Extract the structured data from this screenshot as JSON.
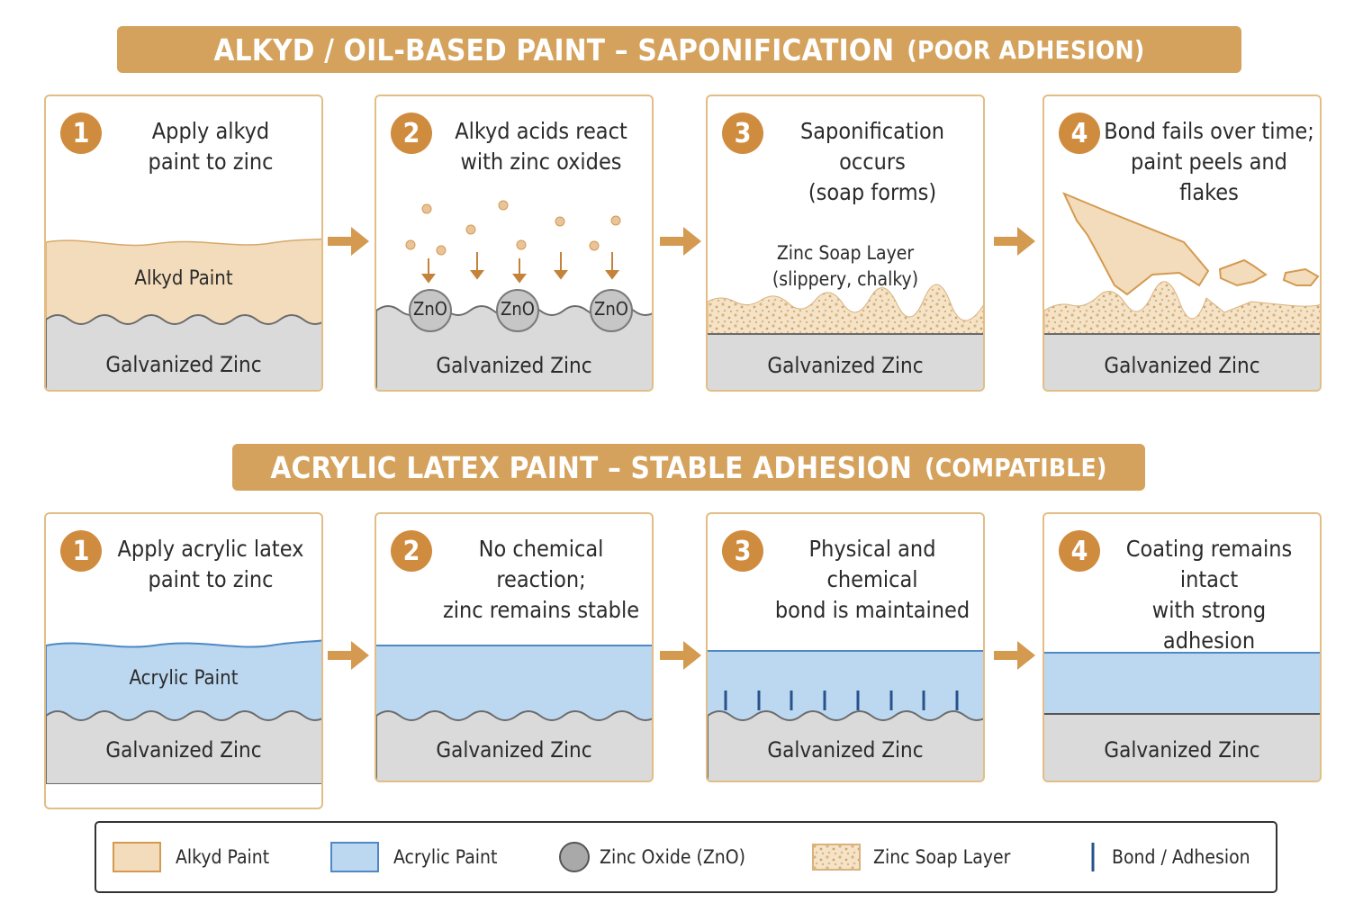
{
  "sections": {
    "alkyd": {
      "title": "ALKYD / OIL-BASED PAINT – SAPONIFICATION",
      "subtitle": "(POOR ADHESION)",
      "steps": [
        {
          "num": "1",
          "text": "Apply alkyd\npaint to zinc",
          "layer": "Alkyd Paint",
          "zinc": "Galvanized Zinc"
        },
        {
          "num": "2",
          "text": "Alkyd acids react\nwith zinc oxides",
          "zno": "ZnO",
          "zinc": "Galvanized Zinc"
        },
        {
          "num": "3",
          "text": "Saponification occurs\n(soap forms)",
          "soap": "Zinc Soap Layer\n(slippery, chalky)",
          "zinc": "Galvanized Zinc"
        },
        {
          "num": "4",
          "text": "Bond fails over time;\npaint peels and flakes",
          "zinc": "Galvanized Zinc"
        }
      ]
    },
    "acrylic": {
      "title": "ACRYLIC LATEX PAINT – STABLE ADHESION",
      "subtitle": "(COMPATIBLE)",
      "steps": [
        {
          "num": "1",
          "text": "Apply acrylic latex\npaint to zinc",
          "layer": "Acrylic Paint",
          "zinc": "Galvanized Zinc"
        },
        {
          "num": "2",
          "text": "No chemical reaction;\nzinc remains stable",
          "zinc": "Galvanized Zinc"
        },
        {
          "num": "3",
          "text": "Physical and chemical\nbond is maintained",
          "zinc": "Galvanized Zinc"
        },
        {
          "num": "4",
          "text": "Coating remains intact\nwith strong adhesion",
          "zinc": "Galvanized Zinc"
        }
      ]
    }
  },
  "legend": [
    {
      "label": "Alkyd Paint",
      "icon": "alkyd-swatch"
    },
    {
      "label": "Acrylic Paint",
      "icon": "acrylic-swatch"
    },
    {
      "label": "Zinc Oxide (ZnO)",
      "icon": "zinc-oxide-circle"
    },
    {
      "label": "Zinc Soap Layer",
      "icon": "zinc-soap-swatch"
    },
    {
      "label": "Bond / Adhesion",
      "icon": "bond-line"
    }
  ],
  "colors": {
    "banner": "#d4a25c",
    "badge": "#d08c3e",
    "alkyd": "#f3dcbb",
    "acrylic": "#bcd8f1",
    "zinc": "#dadada",
    "zno": "#c4c4c4",
    "bond": "#27528c",
    "arrow": "#d49a50"
  }
}
